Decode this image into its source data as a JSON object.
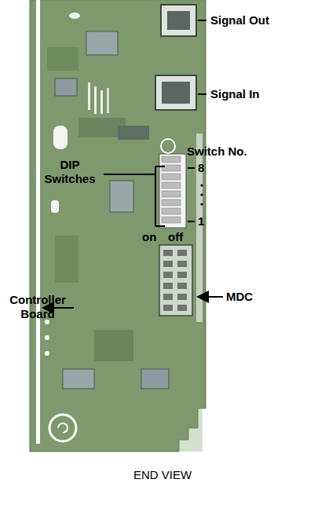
{
  "diagram": {
    "caption": "END VIEW",
    "labels": [
      "Signal Out",
      "Signal In",
      "Switch No.",
      "8",
      "1",
      "DIP Switches",
      "on",
      "off",
      "MDC",
      "Controller Board"
    ]
  }
}
